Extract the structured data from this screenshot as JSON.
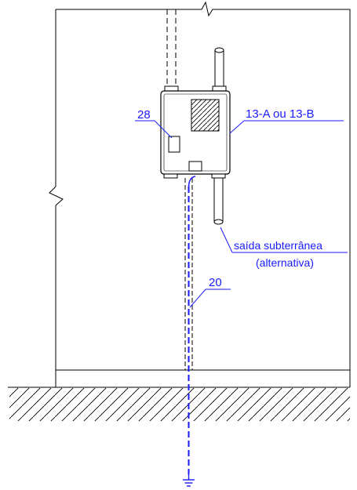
{
  "labels": {
    "ref_28": "28",
    "ref_13": "13-A ou 13-B",
    "ref_20": "20",
    "note_line1": "saída subterrânea",
    "note_line2": "(alternativa)"
  },
  "colors": {
    "line": "#000000",
    "annotation": "#1a1aff",
    "background": "#ffffff"
  },
  "icons": {
    "ground": "ground-symbol-icon",
    "break": "break-line-icon"
  }
}
